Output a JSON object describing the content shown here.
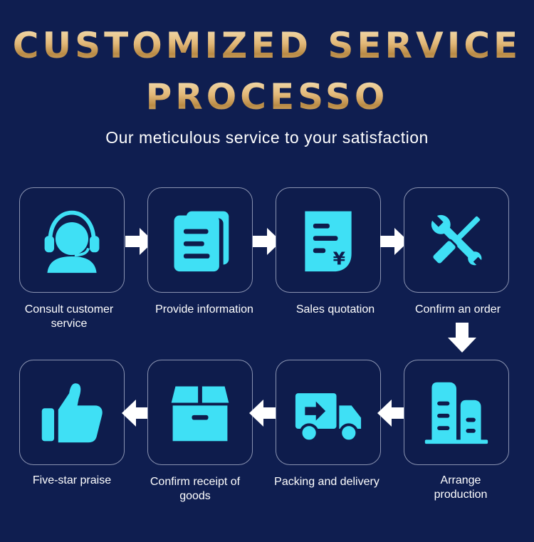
{
  "title_line1": "CUSTOMIZED SERVICE",
  "title_line2": "PROCESSO",
  "subtitle": "Our meticulous service to your satisfaction",
  "steps": [
    {
      "label": "Consult customer service",
      "icon": "headset-agent-icon"
    },
    {
      "label": "Provide information",
      "icon": "documents-icon"
    },
    {
      "label": "Sales quotation",
      "icon": "quotation-yen-icon"
    },
    {
      "label": "Confirm an order",
      "icon": "tools-icon"
    },
    {
      "label": "Arrange production",
      "icon": "factory-buildings-icon"
    },
    {
      "label": "Packing and delivery",
      "icon": "delivery-truck-icon"
    },
    {
      "label": "Confirm receipt of goods",
      "icon": "package-box-icon"
    },
    {
      "label": "Five-star praise",
      "icon": "thumbs-up-icon"
    }
  ],
  "colors": {
    "background": "#0f1e50",
    "icon": "#3fe0f5",
    "title_gold": "#d9ae6c"
  }
}
